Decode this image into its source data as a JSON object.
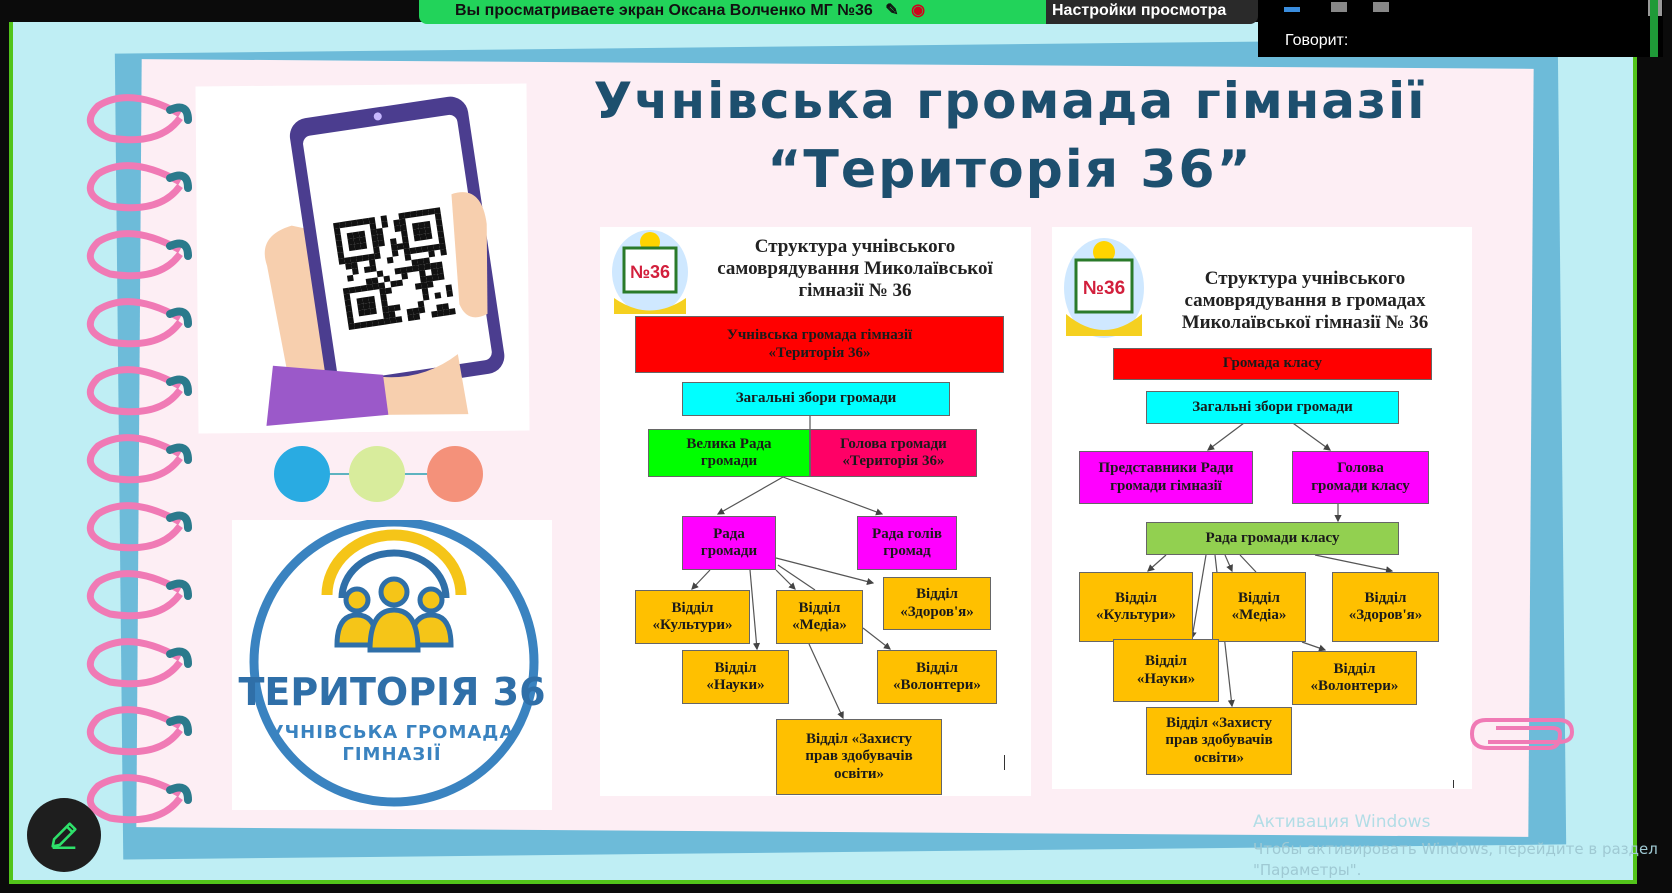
{
  "top_bar": {
    "viewing_text": "Вы просматриваете экран  Оксана Волченко МГ №36",
    "settings_label": "Настройки просмотра",
    "speaking_label": "Говорит:"
  },
  "slide": {
    "title_line1": "Учнівська громада гімназії",
    "title_line2": "“Територія 36”",
    "logo": {
      "name": "ТЕРИТОРІЯ 36",
      "subtitle_line1": "УЧНІВСЬКА ГРОМАДА",
      "subtitle_line2": "ГІМНАЗІЇ"
    },
    "dot_colors": [
      "#29abe2",
      "#d8ec9c",
      "#f4917a"
    ],
    "chart1": {
      "title": "Структура учнівського\nсамоврядування Миколаївської\nгімназії № 36",
      "boxes": [
        {
          "label": "Учнівська громада гімназії\n«Територія 36»",
          "color": "#ff0000"
        },
        {
          "label": "Загальні збори громади",
          "color": "#00ffff"
        },
        {
          "label": "Велика Рада\nгромади",
          "color": "#00ff00"
        },
        {
          "label": "Голова громади\n«Територія 36»",
          "color": "#ff0066"
        },
        {
          "label": "Рада\nгромади",
          "color": "#ff00ff"
        },
        {
          "label": "Рада голів\nгромад",
          "color": "#ff00ff"
        },
        {
          "label": "Відділ\n«Культури»",
          "color": "#ffc000"
        },
        {
          "label": "Відділ\n«Медіа»",
          "color": "#ffc000"
        },
        {
          "label": "Відділ\n«Здоров'я»",
          "color": "#ffc000"
        },
        {
          "label": "Відділ\n«Науки»",
          "color": "#ffc000"
        },
        {
          "label": "Відділ\n«Волонтери»",
          "color": "#ffc000"
        },
        {
          "label": "Відділ «Захисту\nправ здобувачів\nосвіти»",
          "color": "#ffc000"
        }
      ]
    },
    "chart2": {
      "title": "Структура учнівського\nсамоврядування в громадах\nМиколаївської гімназії  № 36",
      "boxes": [
        {
          "label": "Громада класу",
          "color": "#ff0000"
        },
        {
          "label": "Загальні збори громади",
          "color": "#00ffff"
        },
        {
          "label": "Представники Ради\nгромади гімназії",
          "color": "#ff00ff"
        },
        {
          "label": "Голова\nгромади класу",
          "color": "#ff00ff"
        },
        {
          "label": "Рада громади класу",
          "color": "#92d050"
        },
        {
          "label": "Відділ\n«Культури»",
          "color": "#ffc000"
        },
        {
          "label": "Відділ\n«Медіа»",
          "color": "#ffc000"
        },
        {
          "label": "Відділ\n«Здоров'я»",
          "color": "#ffc000"
        },
        {
          "label": "Відділ\n«Науки»",
          "color": "#ffc000"
        },
        {
          "label": "Відділ\n«Волонтери»",
          "color": "#ffc000"
        },
        {
          "label": "Відділ «Захисту\nправ здобувачів\nосвіти»",
          "color": "#ffc000"
        }
      ]
    }
  },
  "windows_activation": {
    "title": "Активация Windows",
    "line1": "Чтобы активировать Windows, перейдите в раздел",
    "line2": "\"Параметры\"."
  },
  "icons": {
    "pen": "pen-icon",
    "record": "record-icon"
  }
}
